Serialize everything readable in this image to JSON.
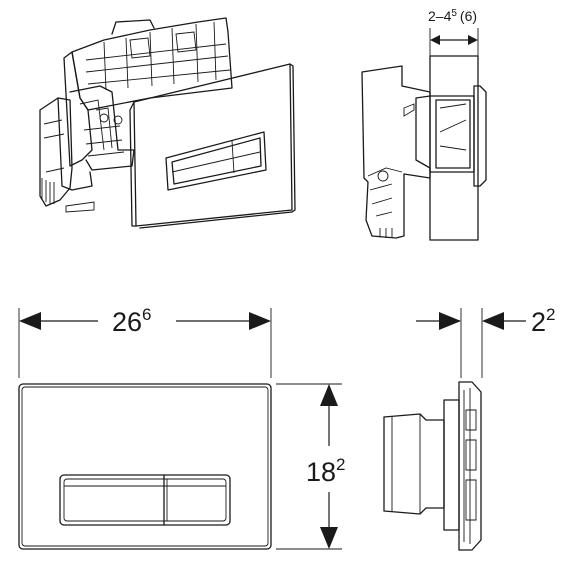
{
  "dimensions": {
    "width_main": "26",
    "width_sup": "6",
    "height_main": "18",
    "height_sup": "2",
    "depth_main": "2",
    "depth_sup": "2",
    "wall_range_main": "2–4",
    "wall_range_sup": "5",
    "wall_range_extra": "(6)"
  }
}
